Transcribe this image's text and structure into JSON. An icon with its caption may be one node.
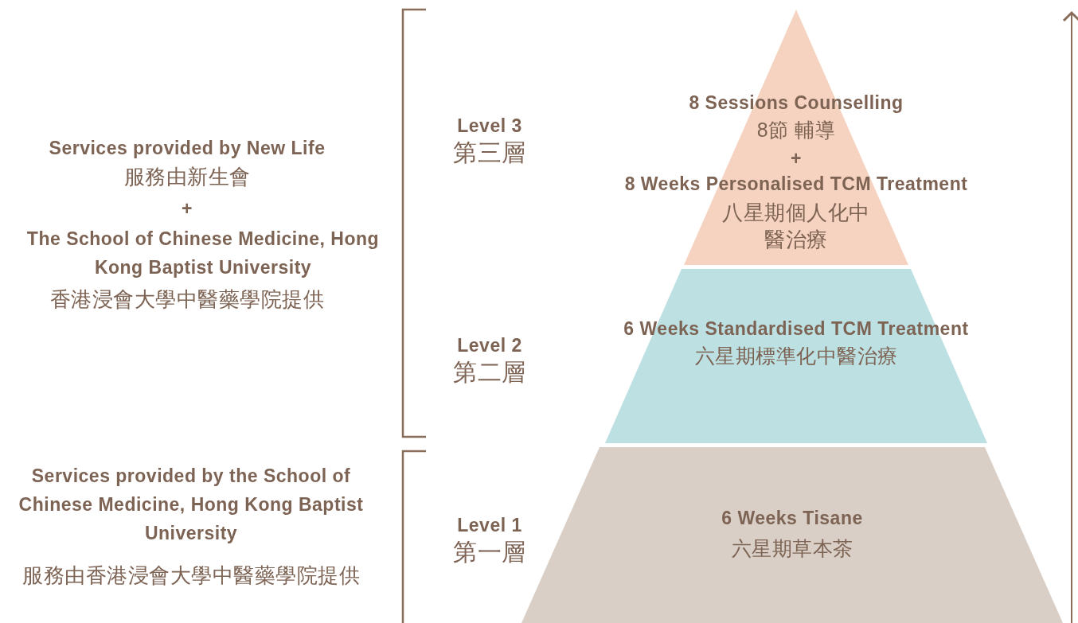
{
  "diagram": {
    "nodes": [
      {
        "text": [
          "8 Sessions Counselling",
          "8節 輔導",
          "+",
          "8 Weeks Personalised TCM Treatment",
          "八星期個人化中醫治療"
        ],
        "beside": [
          "Level 3",
          "第三層"
        ]
      },
      {
        "text": [
          "6 Weeks Standardised TCM Treatment",
          "六星期標準化中醫治療"
        ],
        "beside": [
          "Level 2",
          "第二層"
        ]
      },
      {
        "text": [
          "6 Weeks Tisane",
          "六星期草本茶"
        ],
        "beside": [
          "Level 1",
          "第一層"
        ]
      }
    ],
    "edges": [],
    "labels": [
      "Services provided by New Life",
      "服務由新生會",
      "+",
      "The School of Chinese Medicine, Hong Kong Baptist University",
      "香港浸會大學中醫藥學院提供",
      "Services provided by the School of Chinese Medicine, Hong Kong Baptist University",
      "服務由香港浸會大學中醫藥學院提供"
    ]
  }
}
